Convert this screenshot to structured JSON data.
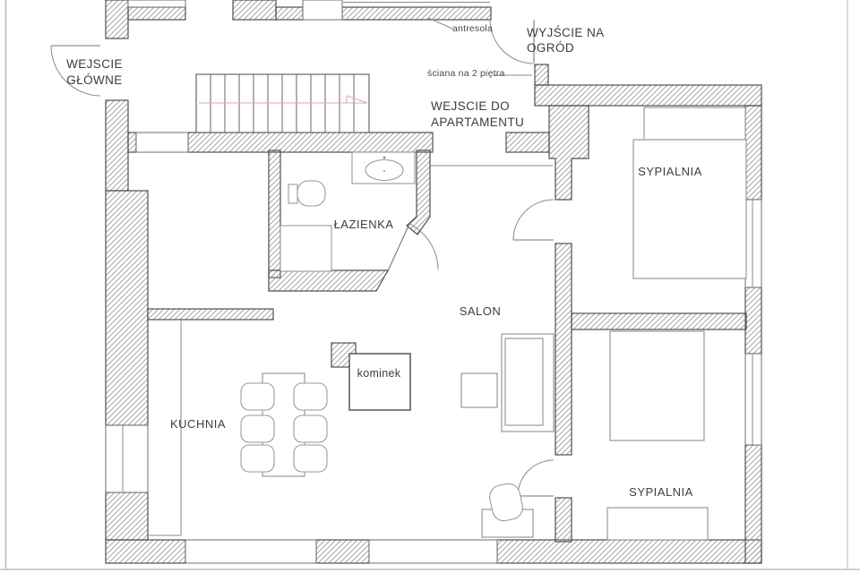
{
  "rooms": {
    "kitchen": {
      "label": "KUCHNIA"
    },
    "salon": {
      "label": "SALON"
    },
    "bathroom": {
      "label": "ŁAZIENKA"
    },
    "bedroom1": {
      "label": "SYPIALNIA"
    },
    "bedroom2": {
      "label": "SYPIALNIA"
    },
    "fireplace": {
      "label": "kominek"
    }
  },
  "annotations": {
    "main_entrance_line1": "WEJSCIE",
    "main_entrance_line2": "GŁÓWNE",
    "garden_exit_line1": "WYJŚCIE NA",
    "garden_exit_line2": "OGRÓD",
    "apartment_entrance_line1": "WEJSCIE DO",
    "apartment_entrance_line2": "APARTAMENTU",
    "mezzanine": "antresola",
    "two_storey_wall": "ściana na 2 piętra"
  },
  "colors": {
    "wall_outline": "#4f4f4f",
    "hatch_lines": "#9a9a9a",
    "furniture_stroke": "#9a9a9a",
    "text": "#3d3d3d",
    "stair_direction": "#dcaaaa",
    "frame": "#b5b5b5"
  }
}
